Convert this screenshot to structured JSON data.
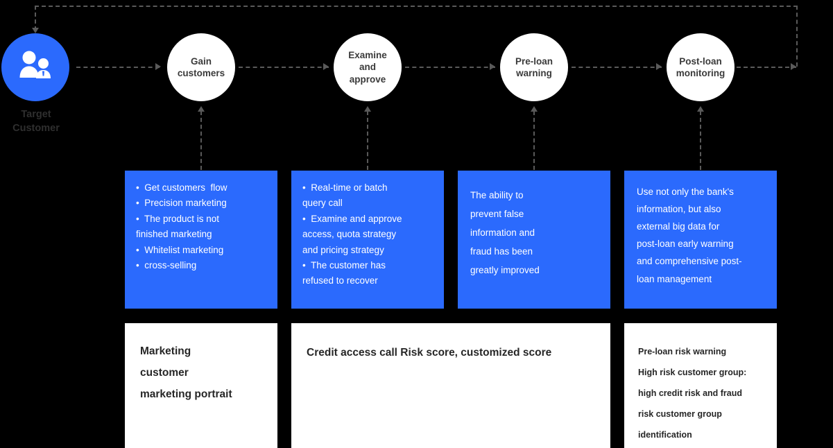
{
  "diagram": {
    "title_hidden": "",
    "accent_blue": "#2B6AFD",
    "connector_color": "#5A5A5A",
    "origin": {
      "icon": "two-people-icon",
      "caption": "Target\nCustomer"
    },
    "stages": [
      {
        "id": "gain-customers",
        "label": "Gain\ncustomers"
      },
      {
        "id": "examine-approve",
        "label": "Examine\nand\napprove"
      },
      {
        "id": "pre-loan-warning",
        "label": "Pre-loan\nwarning"
      },
      {
        "id": "post-loan-monitoring",
        "label": "Post-loan\nmonitoring"
      }
    ],
    "detail_boxes": [
      {
        "id": "detail-gain-customers",
        "style": "bullets",
        "lines": [
          "•  Get customers  flow",
          "•  Precision marketing",
          "•  The product is not",
          "finished marketing",
          "•  Whitelist marketing",
          "•  cross-selling"
        ]
      },
      {
        "id": "detail-examine-approve",
        "style": "bullets",
        "lines": [
          "•  Real-time or batch",
          "query call",
          "•  Examine and approve",
          "access, quota strategy",
          "and pricing strategy",
          "•  The customer has",
          "refused to recover"
        ]
      },
      {
        "id": "detail-pre-loan-warning",
        "style": "paragraph",
        "lines": [
          "The ability to",
          "prevent false",
          "information and",
          "fraud has been",
          "greatly improved"
        ]
      },
      {
        "id": "detail-post-loan-monitoring",
        "style": "paragraph",
        "lines": [
          "Use not only the bank's",
          "information, but also",
          "external big data for",
          "post-loan early warning",
          "and comprehensive post-",
          "loan management"
        ]
      }
    ],
    "summary_boxes": [
      {
        "id": "summary-marketing",
        "lines": [
          "Marketing",
          "customer",
          "marketing portrait"
        ]
      },
      {
        "id": "summary-credit-access",
        "lines": [
          "Credit access call Risk score, customized score"
        ]
      },
      {
        "id": "summary-pre-loan-risk",
        "lines": [
          "Pre-loan risk warning",
          "High risk customer group:",
          "high credit risk and fraud",
          "risk customer group",
          "identification"
        ]
      }
    ]
  }
}
